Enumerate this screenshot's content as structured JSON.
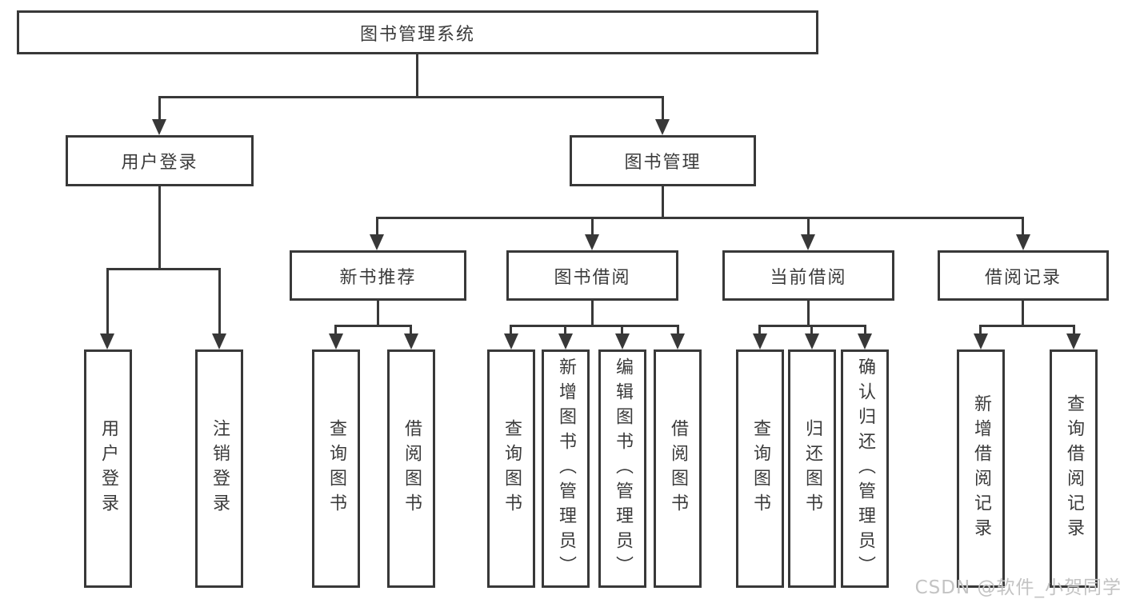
{
  "watermark": {
    "text": "CSDN @软件_小贺同学"
  },
  "colors": {
    "line": "#383838",
    "node_text": "#3b3b3b",
    "background": "#ffffff",
    "watermark_text": "#c3c3c3"
  },
  "chart_data": {
    "type": "table",
    "title": "图书管理系统",
    "hierarchy": "root > [用户登录, 图书管理]; 用户登录 > [用户登录, 注销登录]; 图书管理 > [新书推荐, 图书借阅, 当前借阅, 借阅记录]"
  },
  "tree": {
    "root": {
      "label": "图书管理系统",
      "children": {
        "user_login": {
          "label": "用户登录",
          "leaves": [
            "用户登录",
            "注销登录"
          ]
        },
        "book_mgmt": {
          "label": "图书管理",
          "children": {
            "new_book": {
              "label": "新书推荐",
              "leaves": [
                "查询图书",
                "借阅图书"
              ]
            },
            "borrow": {
              "label": "图书借阅",
              "leaves": [
                "查询图书",
                "新增图书（管理员）",
                "编辑图书（管理员）",
                "借阅图书"
              ]
            },
            "current": {
              "label": "当前借阅",
              "leaves": [
                "查询图书",
                "归还图书",
                "确认归还（管理员）"
              ]
            },
            "records": {
              "label": "借阅记录",
              "leaves": [
                "新增借阅记录",
                "查询借阅记录"
              ]
            }
          }
        }
      }
    }
  }
}
